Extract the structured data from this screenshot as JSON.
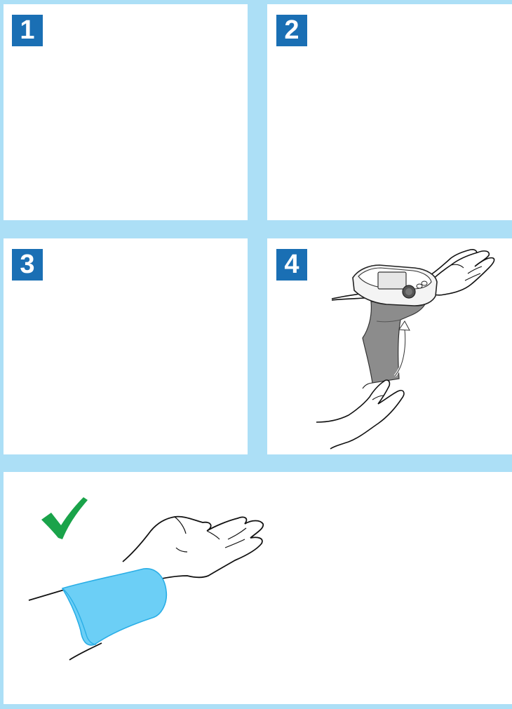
{
  "steps": [
    {
      "number": "1"
    },
    {
      "number": "2"
    },
    {
      "number": "3"
    },
    {
      "number": "4"
    }
  ],
  "colors": {
    "background": "#acdff6",
    "panel": "#ffffff",
    "badge": "#1a6fb4",
    "cuff": "#6ccff6",
    "cuff_band": "#8c8c8c",
    "check": "#1aa34a"
  },
  "icons": [
    "check-icon",
    "curved-arrow-icon"
  ]
}
